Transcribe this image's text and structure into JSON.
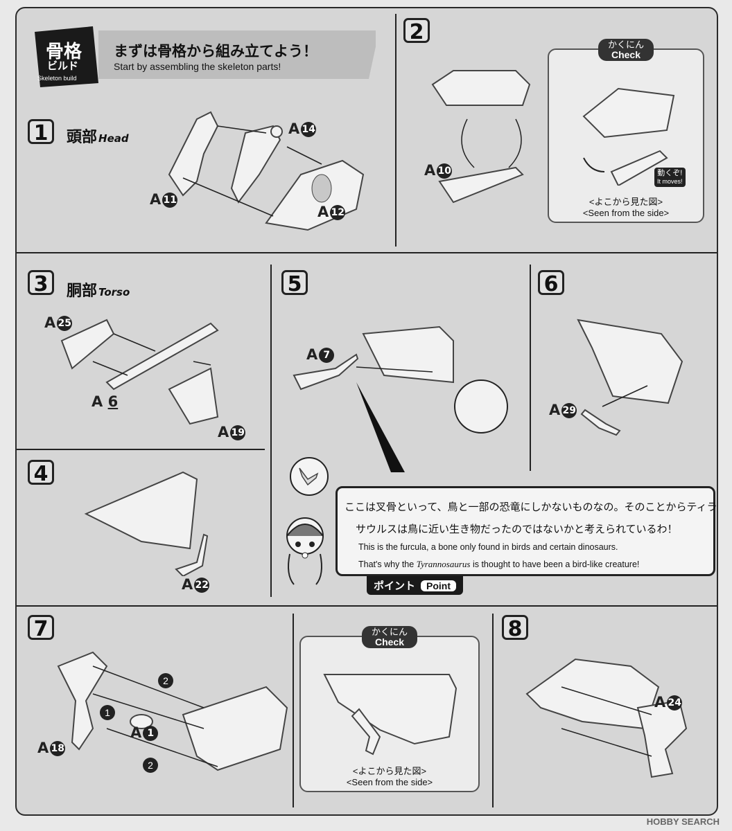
{
  "header": {
    "badge_title": "骨格",
    "badge_sub": "ビルド",
    "badge_en": "Skeleton build",
    "title_jp": "まずは骨格から組み立てよう！",
    "title_en": "Start by assembling the skeleton parts!"
  },
  "steps": {
    "s1": {
      "num": "1",
      "title_jp": "頭部",
      "title_en": "Head",
      "parts": [
        "A",
        "14",
        "11",
        "12"
      ]
    },
    "s2": {
      "num": "2",
      "part_a": "A",
      "part_n": "10",
      "check_jp": "かくにん",
      "check_en": "Check",
      "moves_jp": "動くぞ!",
      "moves_en": "It moves!",
      "caption_jp": "<よこから見た図>",
      "caption_en": "<Seen from the side>"
    },
    "s3": {
      "num": "3",
      "title_jp": "胴部",
      "title_en": "Torso",
      "p25": "25",
      "p6": "6",
      "p19": "19"
    },
    "s4": {
      "num": "4",
      "p22": "22"
    },
    "s5": {
      "num": "5",
      "p7": "7"
    },
    "s6": {
      "num": "6",
      "p29": "29"
    },
    "s7": {
      "num": "7",
      "p18": "18",
      "p1": "1",
      "m1": "1",
      "m2": "2",
      "check_jp": "かくにん",
      "check_en": "Check",
      "caption_jp": "<よこから見た図>",
      "caption_en": "<Seen from the side>"
    },
    "s8": {
      "num": "8",
      "p24": "24"
    }
  },
  "point": {
    "jp1": "ここは叉骨といって、鳥と一部の恐竜にしかないものなの。そのことからティラノ",
    "jp2": "サウルスは鳥に近い生き物だったのではないかと考えられているわ！",
    "en1": "This is the furcula, a bone only found in birds and certain dinosaurs.",
    "en2a": "That's why the ",
    "en2b": "Tyrannosaurus",
    "en2c": " is thought to have been a bird-like creature!",
    "tag_jp": "ポイント",
    "tag_en": "Point"
  },
  "watermark": "HOBBY SEARCH",
  "colors": {
    "sheet": "#d6d6d6",
    "ink": "#222222",
    "part": "#f2f2f2"
  }
}
